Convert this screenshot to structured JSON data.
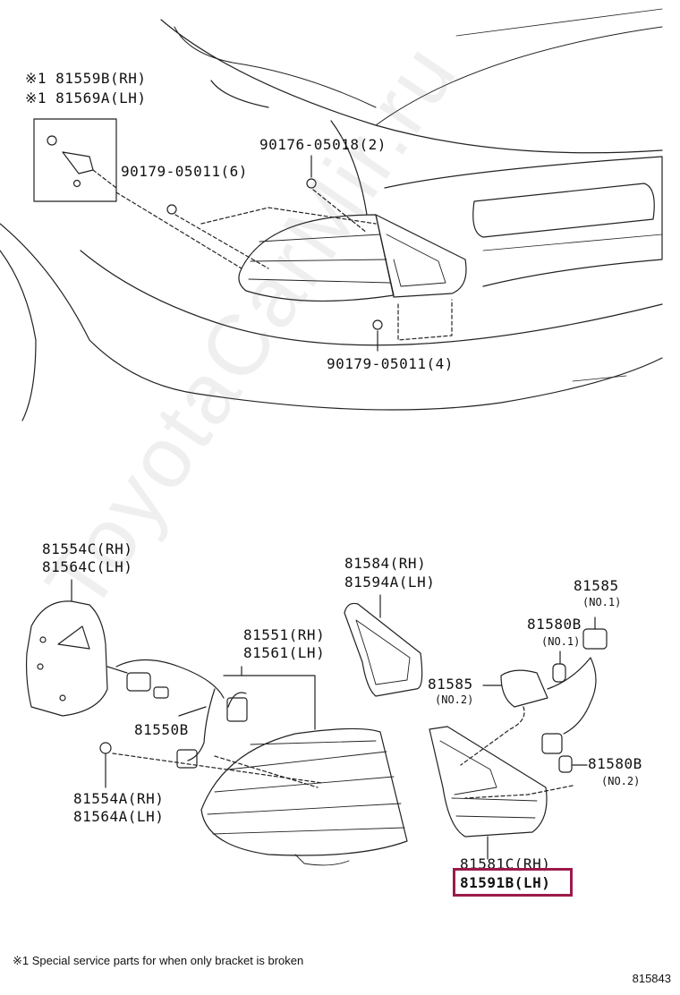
{
  "labels": {
    "bracket_rh": "※1 81559B(RH)",
    "bracket_lh": "※1 81569A(LH)",
    "screw_9017605018": "90176-05018(2)",
    "nut_9017905011_6": "90179-05011(6)",
    "nut_9017905011_4": "90179-05011(4)",
    "cover_rh": "81554C(RH)",
    "cover_lh": "81564C(LH)",
    "lamp_inner_rh": "81584(RH)",
    "lamp_inner_lh": "81594A(LH)",
    "socket_81585_no1": "81585",
    "socket_81585_no1_sub": "(NO.1)",
    "bulb_81580b_no1": "81580B",
    "bulb_81580b_no1_sub": "(NO.1)",
    "lamp_assy_rh": "81551(RH)",
    "lamp_assy_lh": "81561(LH)",
    "socket_81585_no2": "81585",
    "socket_81585_no2_sub": "(NO.2)",
    "socket_81550b": "81550B",
    "bulb_81580b_no2": "81580B",
    "bulb_81580b_no2_sub": "(NO.2)",
    "retainer_rh": "81554A(RH)",
    "retainer_lh": "81564A(LH)",
    "lens_rh": "81581C(RH)",
    "lens_lh": "81591B(LH)"
  },
  "footnote": "※1 Special service parts for when only bracket is broken",
  "diagram_code": "815843",
  "watermark": "ToyotaCarMir.ru",
  "highlight_color": "#9c1a4a"
}
